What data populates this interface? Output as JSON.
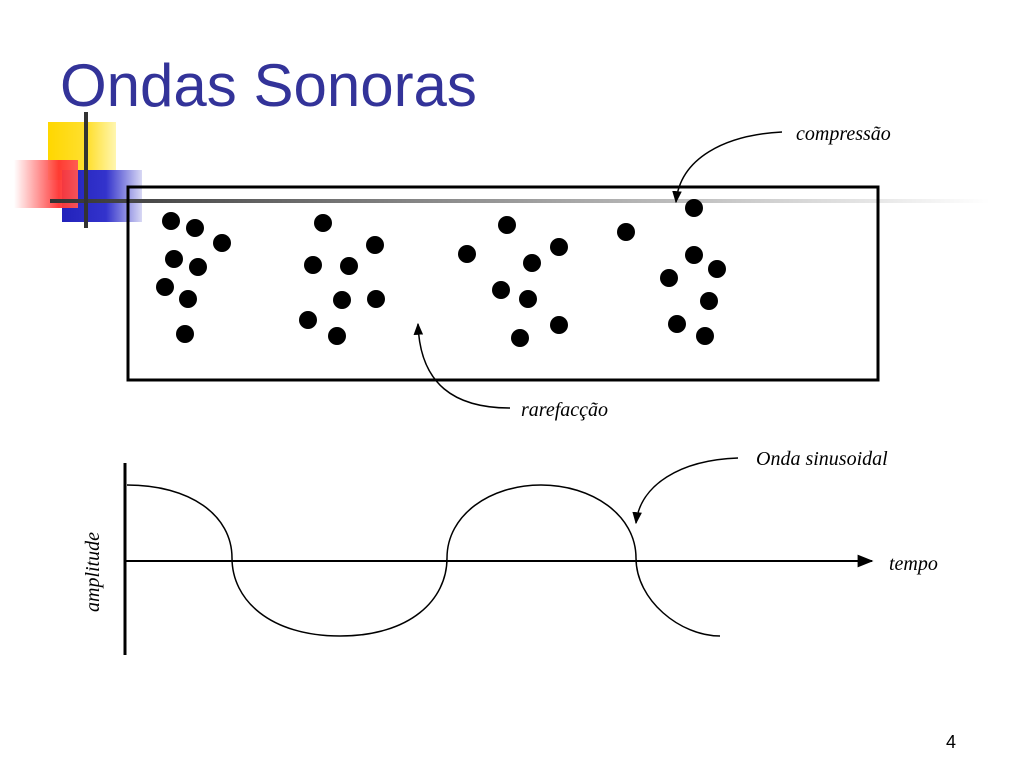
{
  "slide": {
    "title": "Ondas Sonoras",
    "page_number": "4"
  },
  "diagram": {
    "labels": {
      "compression": "compressão",
      "rarefaction": "rarefacção",
      "sine_wave": "Onda sinusoidal",
      "time_axis": "tempo",
      "amplitude_axis": "amplitude"
    }
  },
  "colors": {
    "title": "#333399",
    "accent_yellow": "#FFD700",
    "accent_red": "#FF3333",
    "accent_blue": "#3333CC"
  },
  "icons": [
    "decorative-color-blocks-icon",
    "arrow-icon"
  ]
}
